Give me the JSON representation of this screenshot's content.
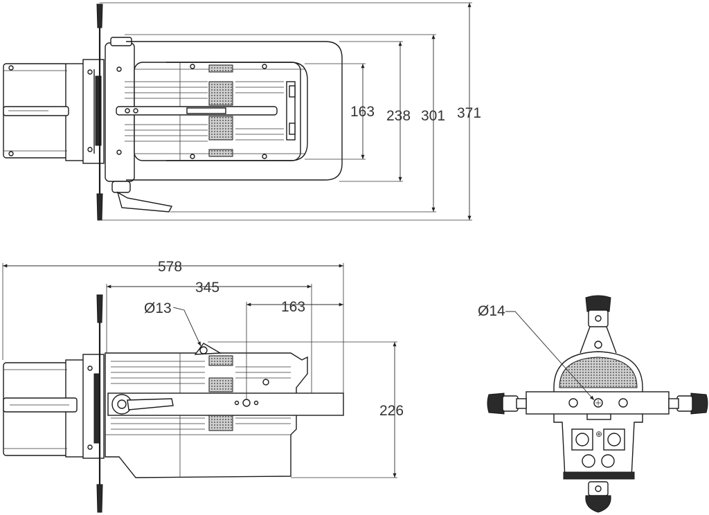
{
  "top_view": {
    "dims": [
      "163",
      "238",
      "301",
      "371"
    ]
  },
  "side_view": {
    "dims": [
      "578",
      "345",
      "163",
      "226"
    ],
    "hole_label": "Ø13"
  },
  "rear_view": {
    "hole_label": "Ø14"
  }
}
